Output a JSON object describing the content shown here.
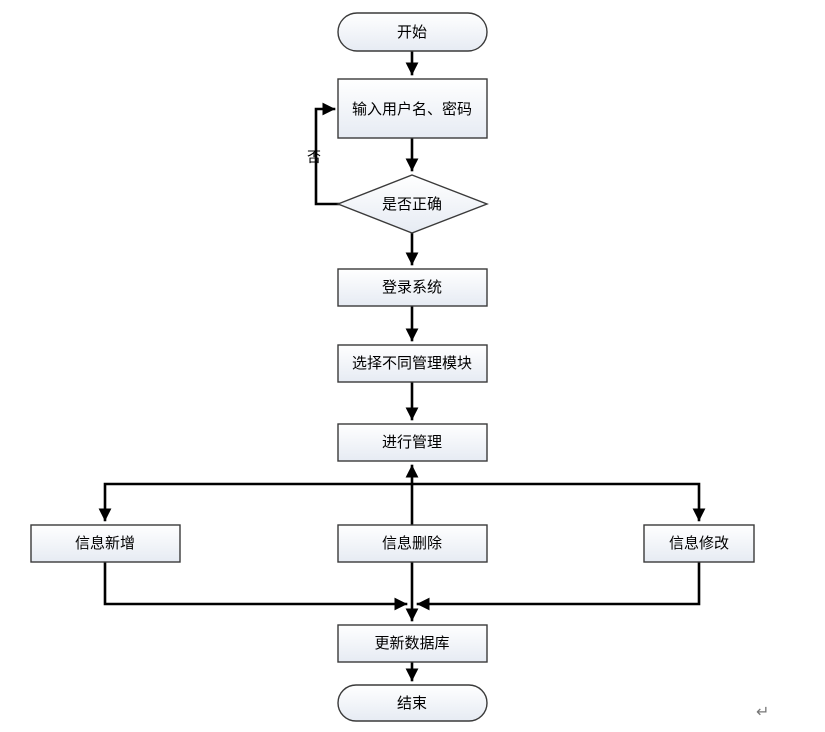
{
  "nodes": {
    "start": "开始",
    "input": "输入用户名、密码",
    "check": "是否正确",
    "login": "登录系统",
    "select": "选择不同管理模块",
    "manage": "进行管理",
    "add": "信息新增",
    "delete": "信息删除",
    "modify": "信息修改",
    "update": "更新数据库",
    "end": "结束"
  },
  "edges": {
    "no_label": "否"
  },
  "colors": {
    "box_top": "#ffffff",
    "box_bottom": "#e8edf4",
    "line": "#000000"
  }
}
